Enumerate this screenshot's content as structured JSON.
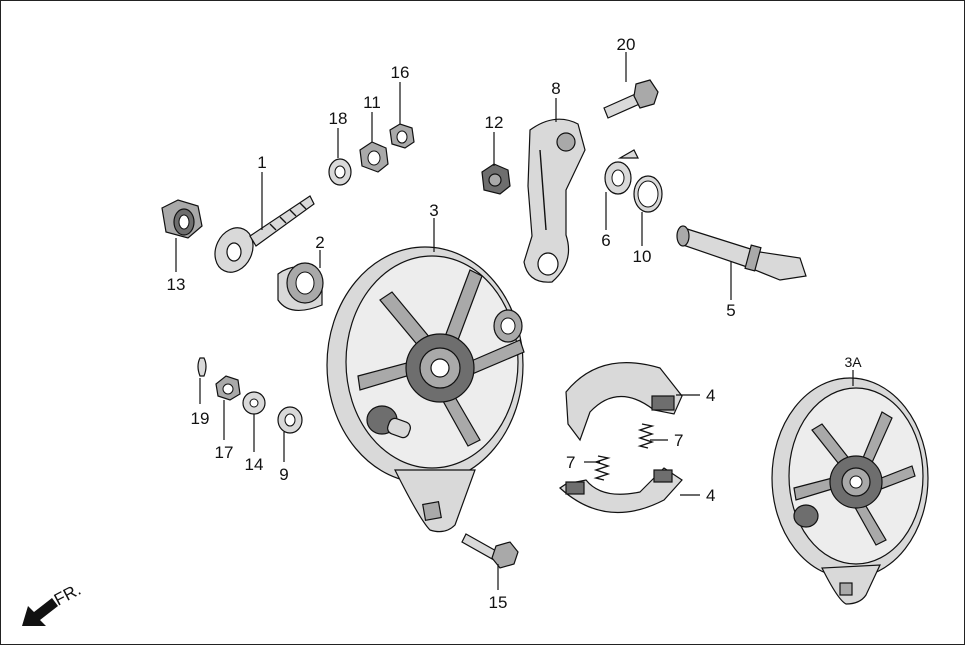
{
  "callouts": {
    "c1": "1",
    "c2": "2",
    "c3": "3",
    "c3a": "3A",
    "c4a": "4",
    "c4b": "4",
    "c5": "5",
    "c6": "6",
    "c7a": "7",
    "c7b": "7",
    "c8": "8",
    "c9": "9",
    "c10": "10",
    "c11": "11",
    "c12": "12",
    "c13": "13",
    "c14": "14",
    "c15": "15",
    "c16": "16",
    "c17": "17",
    "c18": "18",
    "c19": "19",
    "c20": "20"
  },
  "direction": {
    "label": "FR."
  }
}
